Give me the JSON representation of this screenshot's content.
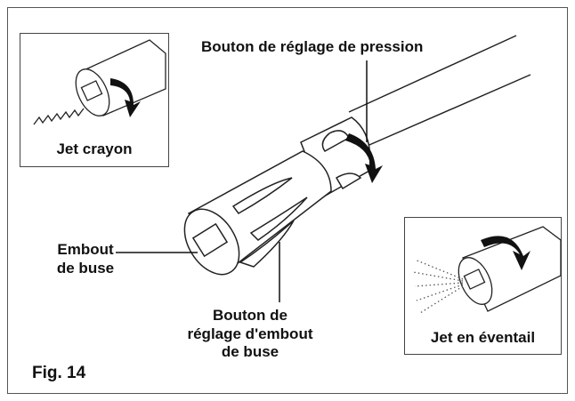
{
  "labels": {
    "pressure_knob": "Bouton de réglage de pression",
    "pencil_jet": "Jet crayon",
    "nozzle_tip": [
      "Embout",
      "de buse"
    ],
    "nozzle_adjust_knob": [
      "Bouton de",
      "réglage d'embout",
      "de buse"
    ],
    "fan_jet": "Jet en éventail",
    "figure": "Fig. 14"
  }
}
